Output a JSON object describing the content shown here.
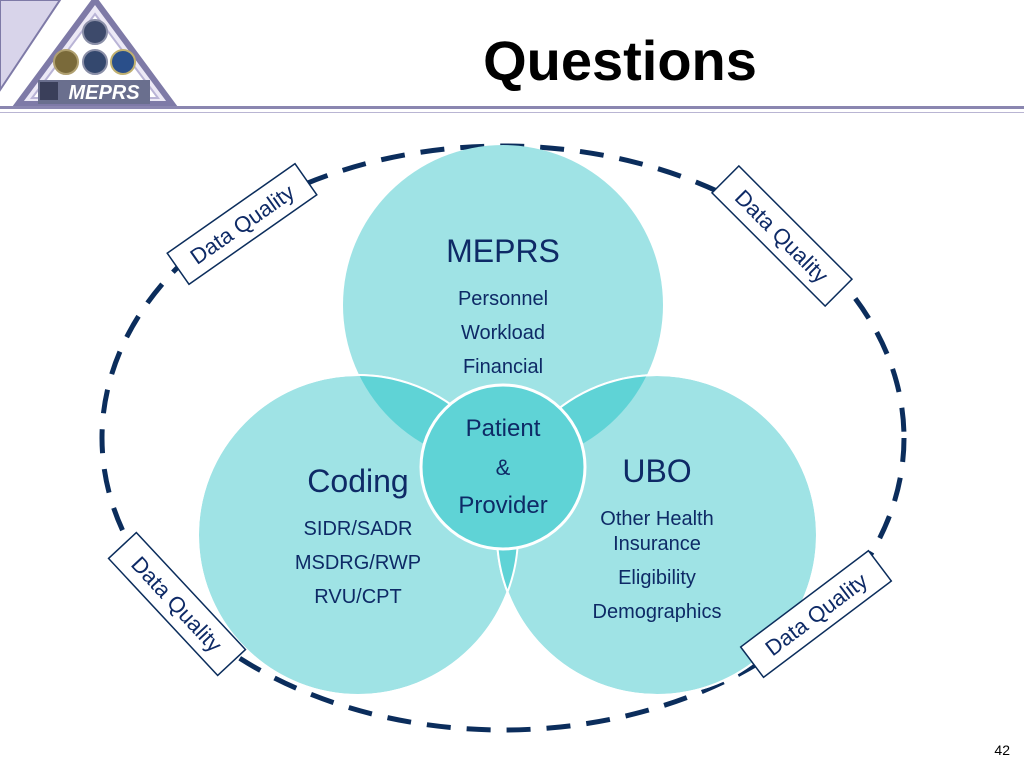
{
  "slide": {
    "title": "Questions",
    "page_number": "42",
    "logo": {
      "icon": "meprs-logo-icon",
      "text": "MEPRS"
    }
  },
  "diagram": {
    "circles": [
      {
        "heading": "MEPRS",
        "items": [
          "Personnel",
          "Workload",
          "Financial"
        ]
      },
      {
        "heading": "Coding",
        "items": [
          "SIDR/SADR",
          "MSDRG/RWP",
          "RVU/CPT"
        ]
      },
      {
        "heading": "UBO",
        "items": [
          "Other Health",
          "Insurance",
          "Eligibility",
          "Demographics"
        ]
      }
    ],
    "center": {
      "lines": [
        "Patient",
        "&",
        "Provider"
      ]
    },
    "ring_labels": [
      "Data Quality",
      "Data Quality",
      "Data Quality",
      "Data Quality"
    ],
    "colors": {
      "circle_fill": "#9fe3e5",
      "overlap_fill": "#5fd3d6",
      "text": "#0e2a66",
      "ring": "#0b2d5c",
      "header_rule": "#7e7aa7"
    }
  }
}
